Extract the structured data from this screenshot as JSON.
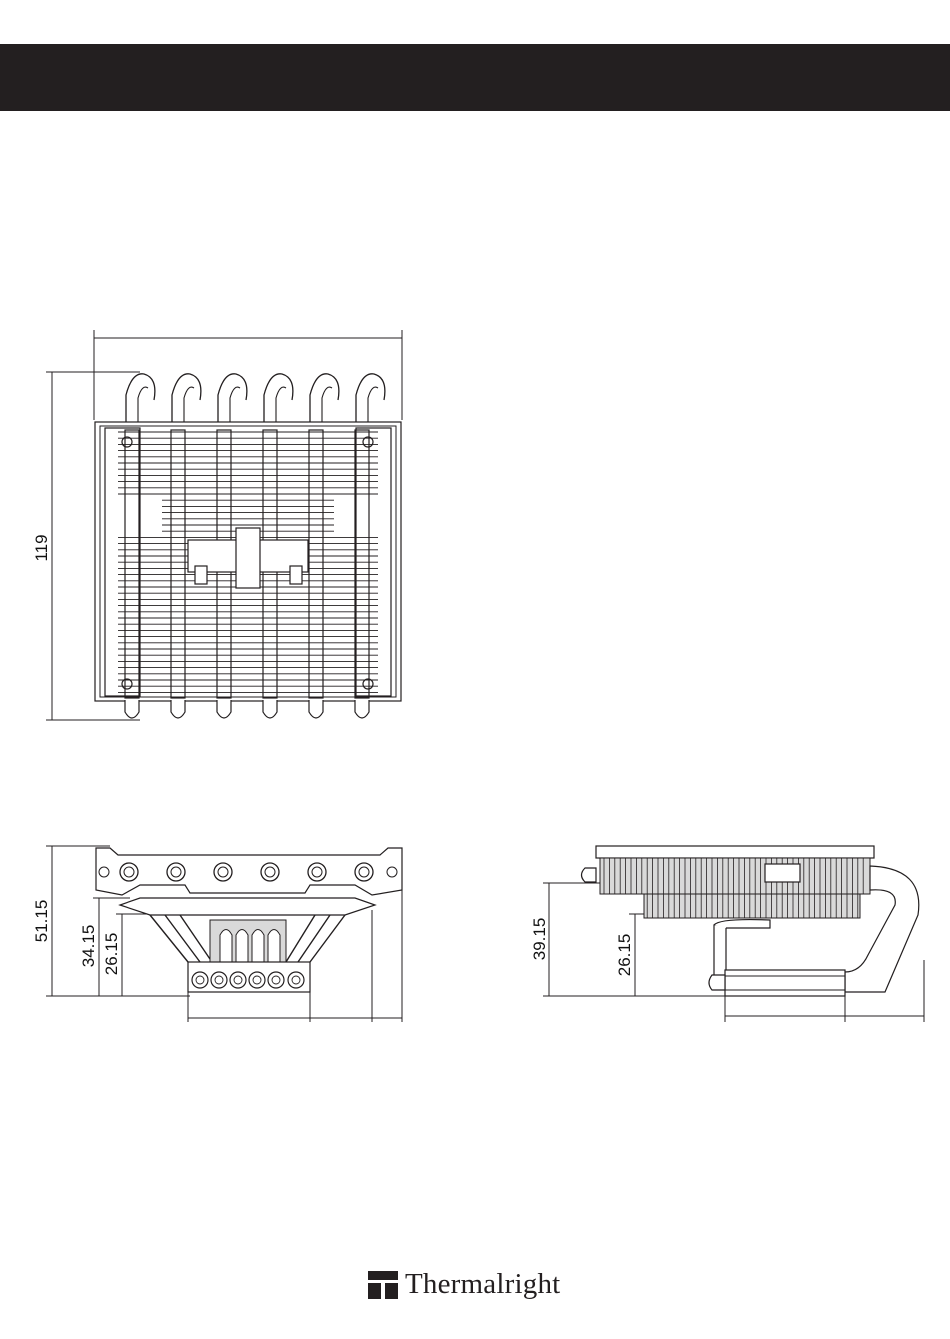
{
  "brand": {
    "name": "Thermalright",
    "color": "#231f20"
  },
  "top_view": {
    "height_label": "119"
  },
  "front_view": {
    "total_height_label": "51.15",
    "mid_height_label": "34.15",
    "base_height_label": "26.15"
  },
  "side_view": {
    "total_height_label": "39.15",
    "base_height_label": "26.15"
  }
}
